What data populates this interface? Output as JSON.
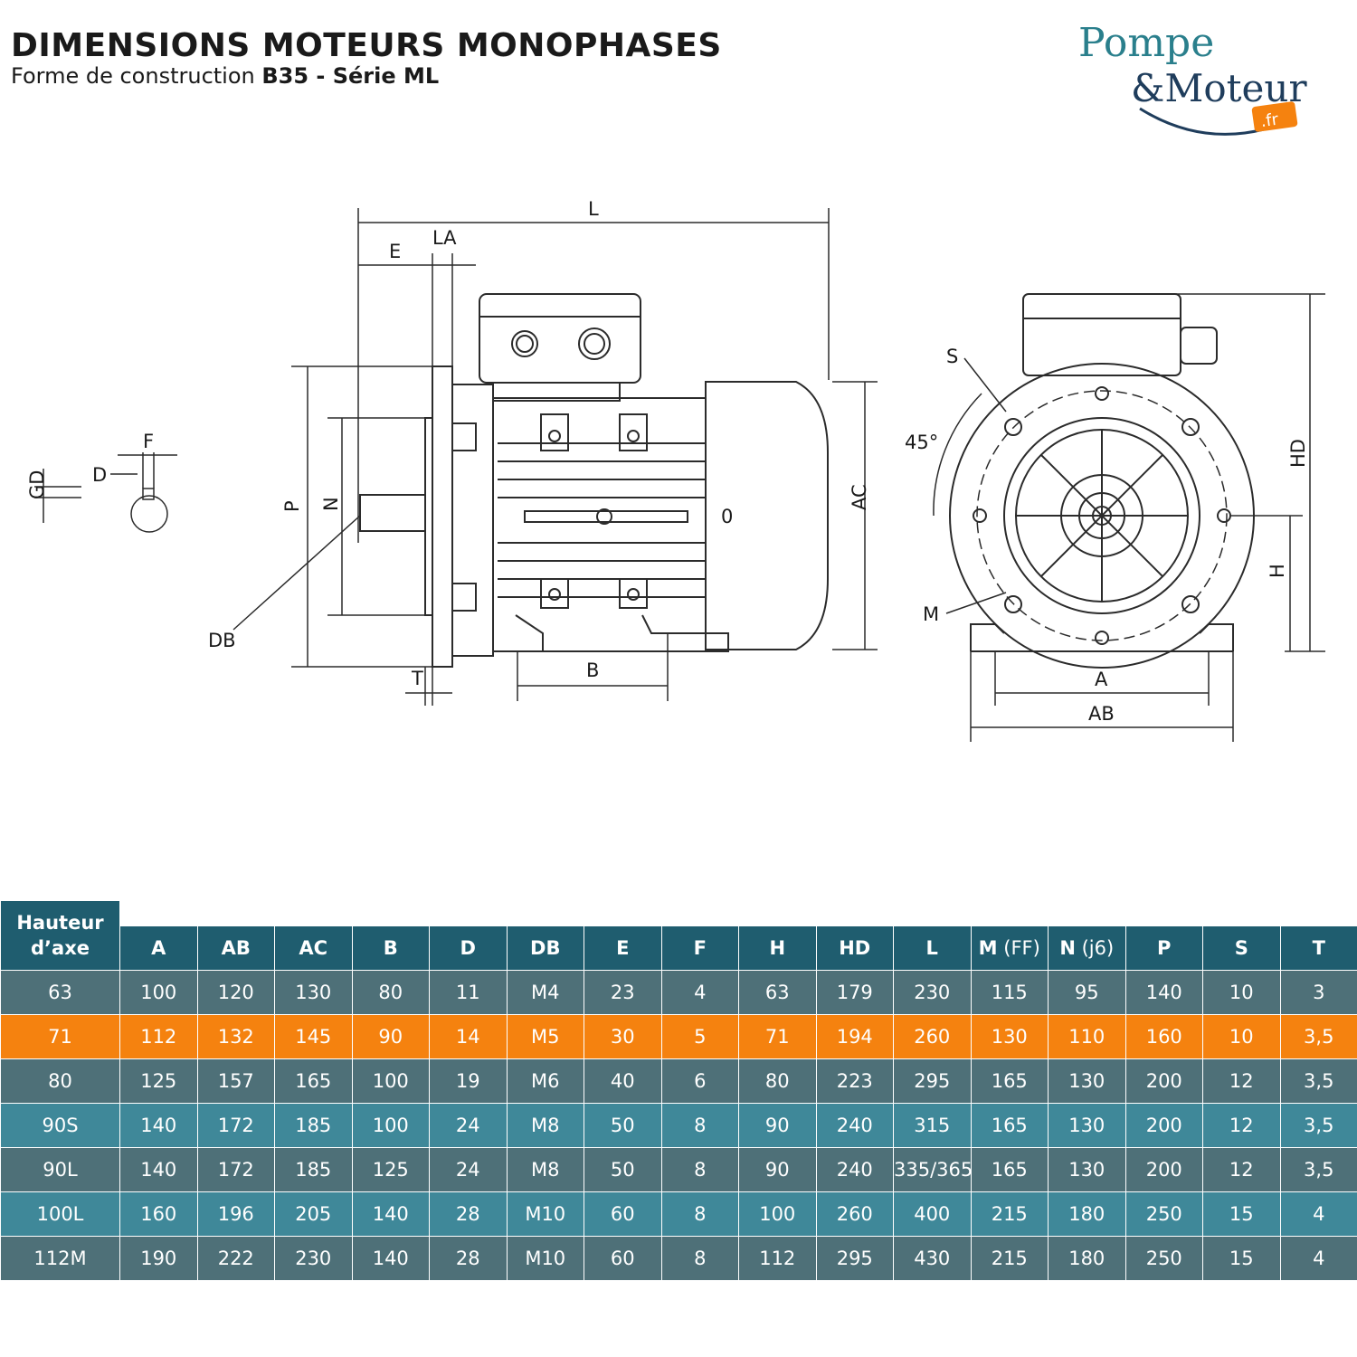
{
  "header": {
    "title": "DIMENSIONS MOTEURS MONOPHASES",
    "subtitle_prefix": "Forme de construction ",
    "subtitle_bold": "B35 - Série ML"
  },
  "logo": {
    "line1": "Pompe",
    "line2": "&Moteur",
    "badge": ".fr",
    "colors": {
      "teal": "#2a7f8c",
      "navy": "#1f3d5c",
      "orange": "#f5820f"
    }
  },
  "drawing_labels": {
    "L": "L",
    "E": "E",
    "LA": "LA",
    "F": "F",
    "D": "D",
    "GD": "GD",
    "P": "P",
    "N": "N",
    "DB": "DB",
    "T": "T",
    "B": "B",
    "O": "0",
    "AC": "AC",
    "S": "S",
    "angle": "45°",
    "M": "M",
    "HD": "HD",
    "H": "H",
    "A": "A",
    "AB": "AB"
  },
  "table": {
    "corner_line1": "Hauteur",
    "corner_line2": "d’axe",
    "columns": [
      {
        "label": "A",
        "unit": ""
      },
      {
        "label": "AB",
        "unit": ""
      },
      {
        "label": "AC",
        "unit": ""
      },
      {
        "label": "B",
        "unit": ""
      },
      {
        "label": "D",
        "unit": ""
      },
      {
        "label": "DB",
        "unit": ""
      },
      {
        "label": "E",
        "unit": ""
      },
      {
        "label": "F",
        "unit": ""
      },
      {
        "label": "H",
        "unit": ""
      },
      {
        "label": "HD",
        "unit": ""
      },
      {
        "label": "L",
        "unit": ""
      },
      {
        "label": "M",
        "unit": " (FF)"
      },
      {
        "label": "N",
        "unit": " (j6)"
      },
      {
        "label": "P",
        "unit": ""
      },
      {
        "label": "S",
        "unit": ""
      },
      {
        "label": "T",
        "unit": ""
      }
    ],
    "rows": [
      {
        "style": "dark",
        "cells": [
          "63",
          "100",
          "120",
          "130",
          "80",
          "11",
          "M4",
          "23",
          "4",
          "63",
          "179",
          "230",
          "115",
          "95",
          "140",
          "10",
          "3"
        ]
      },
      {
        "style": "hl",
        "cells": [
          "71",
          "112",
          "132",
          "145",
          "90",
          "14",
          "M5",
          "30",
          "5",
          "71",
          "194",
          "260",
          "130",
          "110",
          "160",
          "10",
          "3,5"
        ]
      },
      {
        "style": "dark",
        "cells": [
          "80",
          "125",
          "157",
          "165",
          "100",
          "19",
          "M6",
          "40",
          "6",
          "80",
          "223",
          "295",
          "165",
          "130",
          "200",
          "12",
          "3,5"
        ]
      },
      {
        "style": "light",
        "cells": [
          "90S",
          "140",
          "172",
          "185",
          "100",
          "24",
          "M8",
          "50",
          "8",
          "90",
          "240",
          "315",
          "165",
          "130",
          "200",
          "12",
          "3,5"
        ]
      },
      {
        "style": "dark",
        "cells": [
          "90L",
          "140",
          "172",
          "185",
          "125",
          "24",
          "M8",
          "50",
          "8",
          "90",
          "240",
          "335/365",
          "165",
          "130",
          "200",
          "12",
          "3,5"
        ]
      },
      {
        "style": "light",
        "cells": [
          "100L",
          "160",
          "196",
          "205",
          "140",
          "28",
          "M10",
          "60",
          "8",
          "100",
          "260",
          "400",
          "215",
          "180",
          "250",
          "15",
          "4"
        ]
      },
      {
        "style": "dark",
        "cells": [
          "112M",
          "190",
          "222",
          "230",
          "140",
          "28",
          "M10",
          "60",
          "8",
          "112",
          "295",
          "430",
          "215",
          "180",
          "250",
          "15",
          "4"
        ]
      }
    ]
  }
}
